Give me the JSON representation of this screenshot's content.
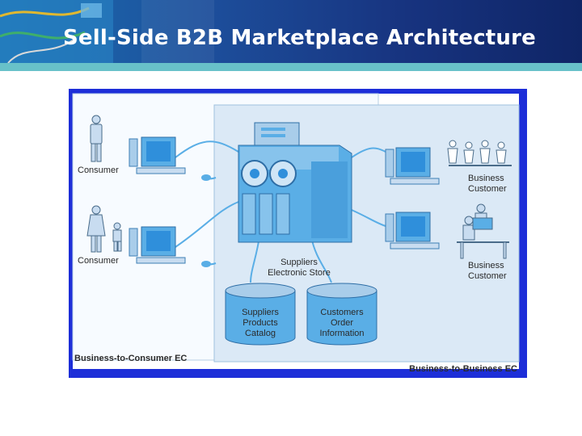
{
  "slide": {
    "title": "Sell-Side B2B Marketplace Architecture"
  },
  "diagram": {
    "left_panel_label": "Business-to-Consumer EC",
    "right_panel_label": "Business-to-Business EC",
    "consumers": [
      "Consumer",
      "Consumer"
    ],
    "business_customers": [
      {
        "line1": "Business",
        "line2": "Customer"
      },
      {
        "line1": "Business",
        "line2": "Customer"
      }
    ],
    "server": {
      "line1": "Suppliers",
      "line2": "Electronic Store"
    },
    "databases": [
      {
        "line1": "Suppliers",
        "line2": "Products",
        "line3": "Catalog"
      },
      {
        "line1": "Customers",
        "line2": "Order",
        "line3": "Information"
      }
    ]
  },
  "colors": {
    "banner": "#1d4f9c",
    "accent_bar": "#68c1c9",
    "frame": "#1d2ed8",
    "panel": "#dbe9f6",
    "equipment": "#5aaee6"
  }
}
